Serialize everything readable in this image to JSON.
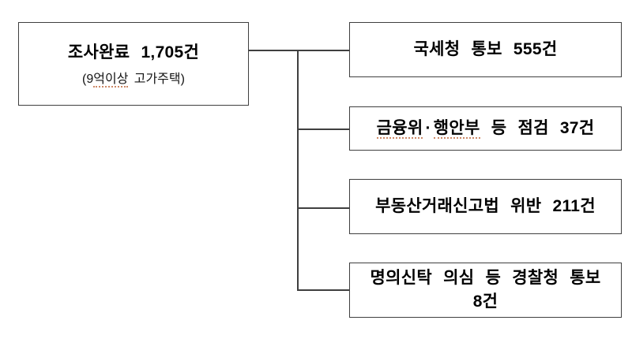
{
  "page": {
    "background": "#ffffff",
    "box_border_color": "#3f3f3f",
    "connector_color": "#3f3f3f",
    "text_color": "#000000",
    "squiggle_color": "#cc8866"
  },
  "flowchart": {
    "root": {
      "title": "조사완료 1,705건",
      "subtitle_prefix": "(9",
      "subtitle_underlined": "억이상",
      "subtitle_suffix": " 고가주택)"
    },
    "branches": [
      {
        "label": "국세청 통보 555건"
      },
      {
        "part_fsc": "금융위",
        "part_dot": "·",
        "part_mois": "행안부",
        "part_rest": " 등 점검 37건"
      },
      {
        "label": "부동산거래신고법 위반 211건"
      },
      {
        "line1": "명의신탁 의심 등 경찰청 통보",
        "line2": "8건"
      }
    ]
  }
}
